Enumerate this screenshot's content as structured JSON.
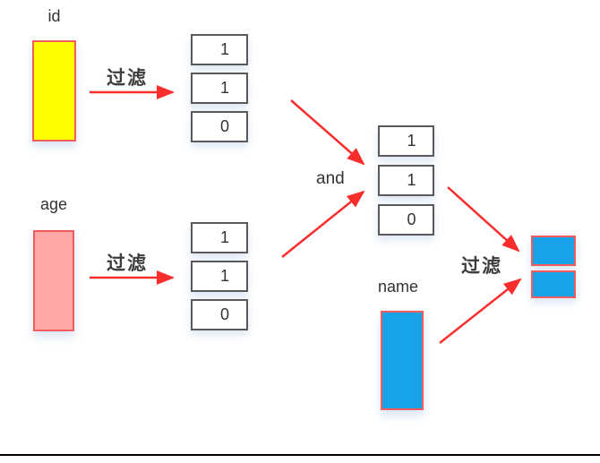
{
  "diagram": {
    "columns": {
      "id": {
        "label": "id"
      },
      "age": {
        "label": "age"
      },
      "name": {
        "label": "name"
      }
    },
    "operators": {
      "filter_id": "过滤",
      "filter_age": "过滤",
      "filter_final": "过滤",
      "and": "and"
    },
    "bitmaps": {
      "id_result": [
        "1",
        "1",
        "0"
      ],
      "age_result": [
        "1",
        "1",
        "0"
      ],
      "and_result": [
        "1",
        "1",
        "0"
      ]
    },
    "colors": {
      "id_fill": "#ffff00",
      "age_fill": "#ffa8a8",
      "name_fill": "#18a2e8",
      "colored_rect_border": "#f25c5c",
      "arrow": "#fa2d2d",
      "bitmap_box_border": "#595959",
      "text": "#333333",
      "footer_line": "#000000"
    }
  }
}
